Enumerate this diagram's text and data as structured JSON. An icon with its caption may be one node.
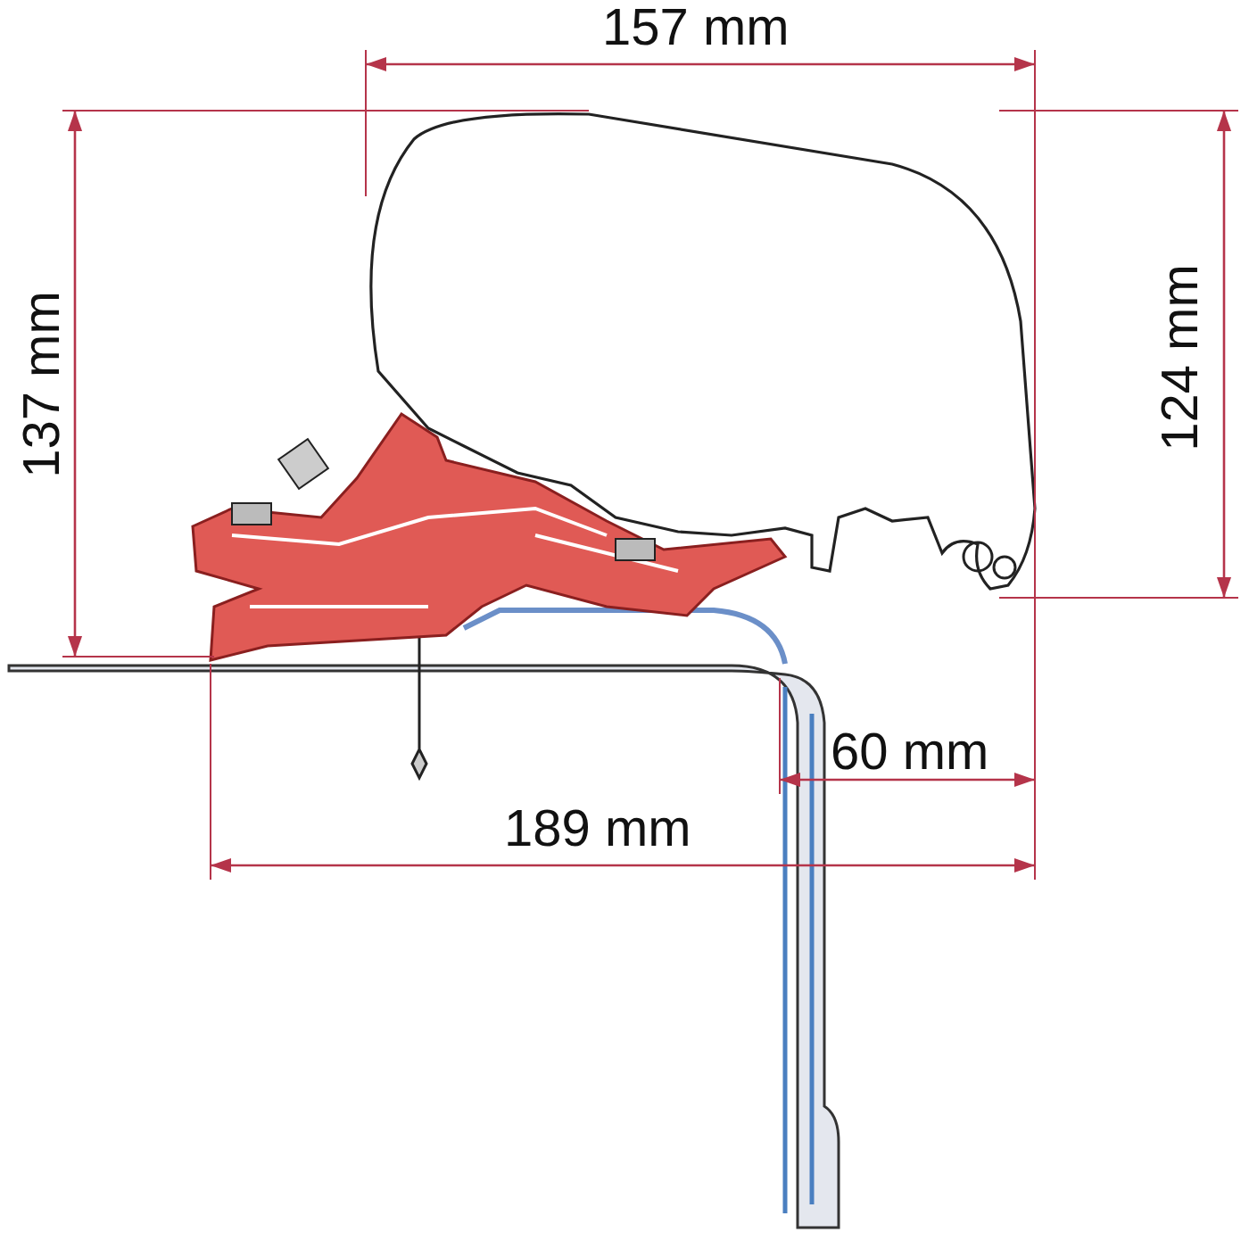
{
  "diagram": {
    "labels": [
      "157 mm",
      "137 mm",
      "124 mm",
      "60 mm",
      "189 mm"
    ]
  }
}
